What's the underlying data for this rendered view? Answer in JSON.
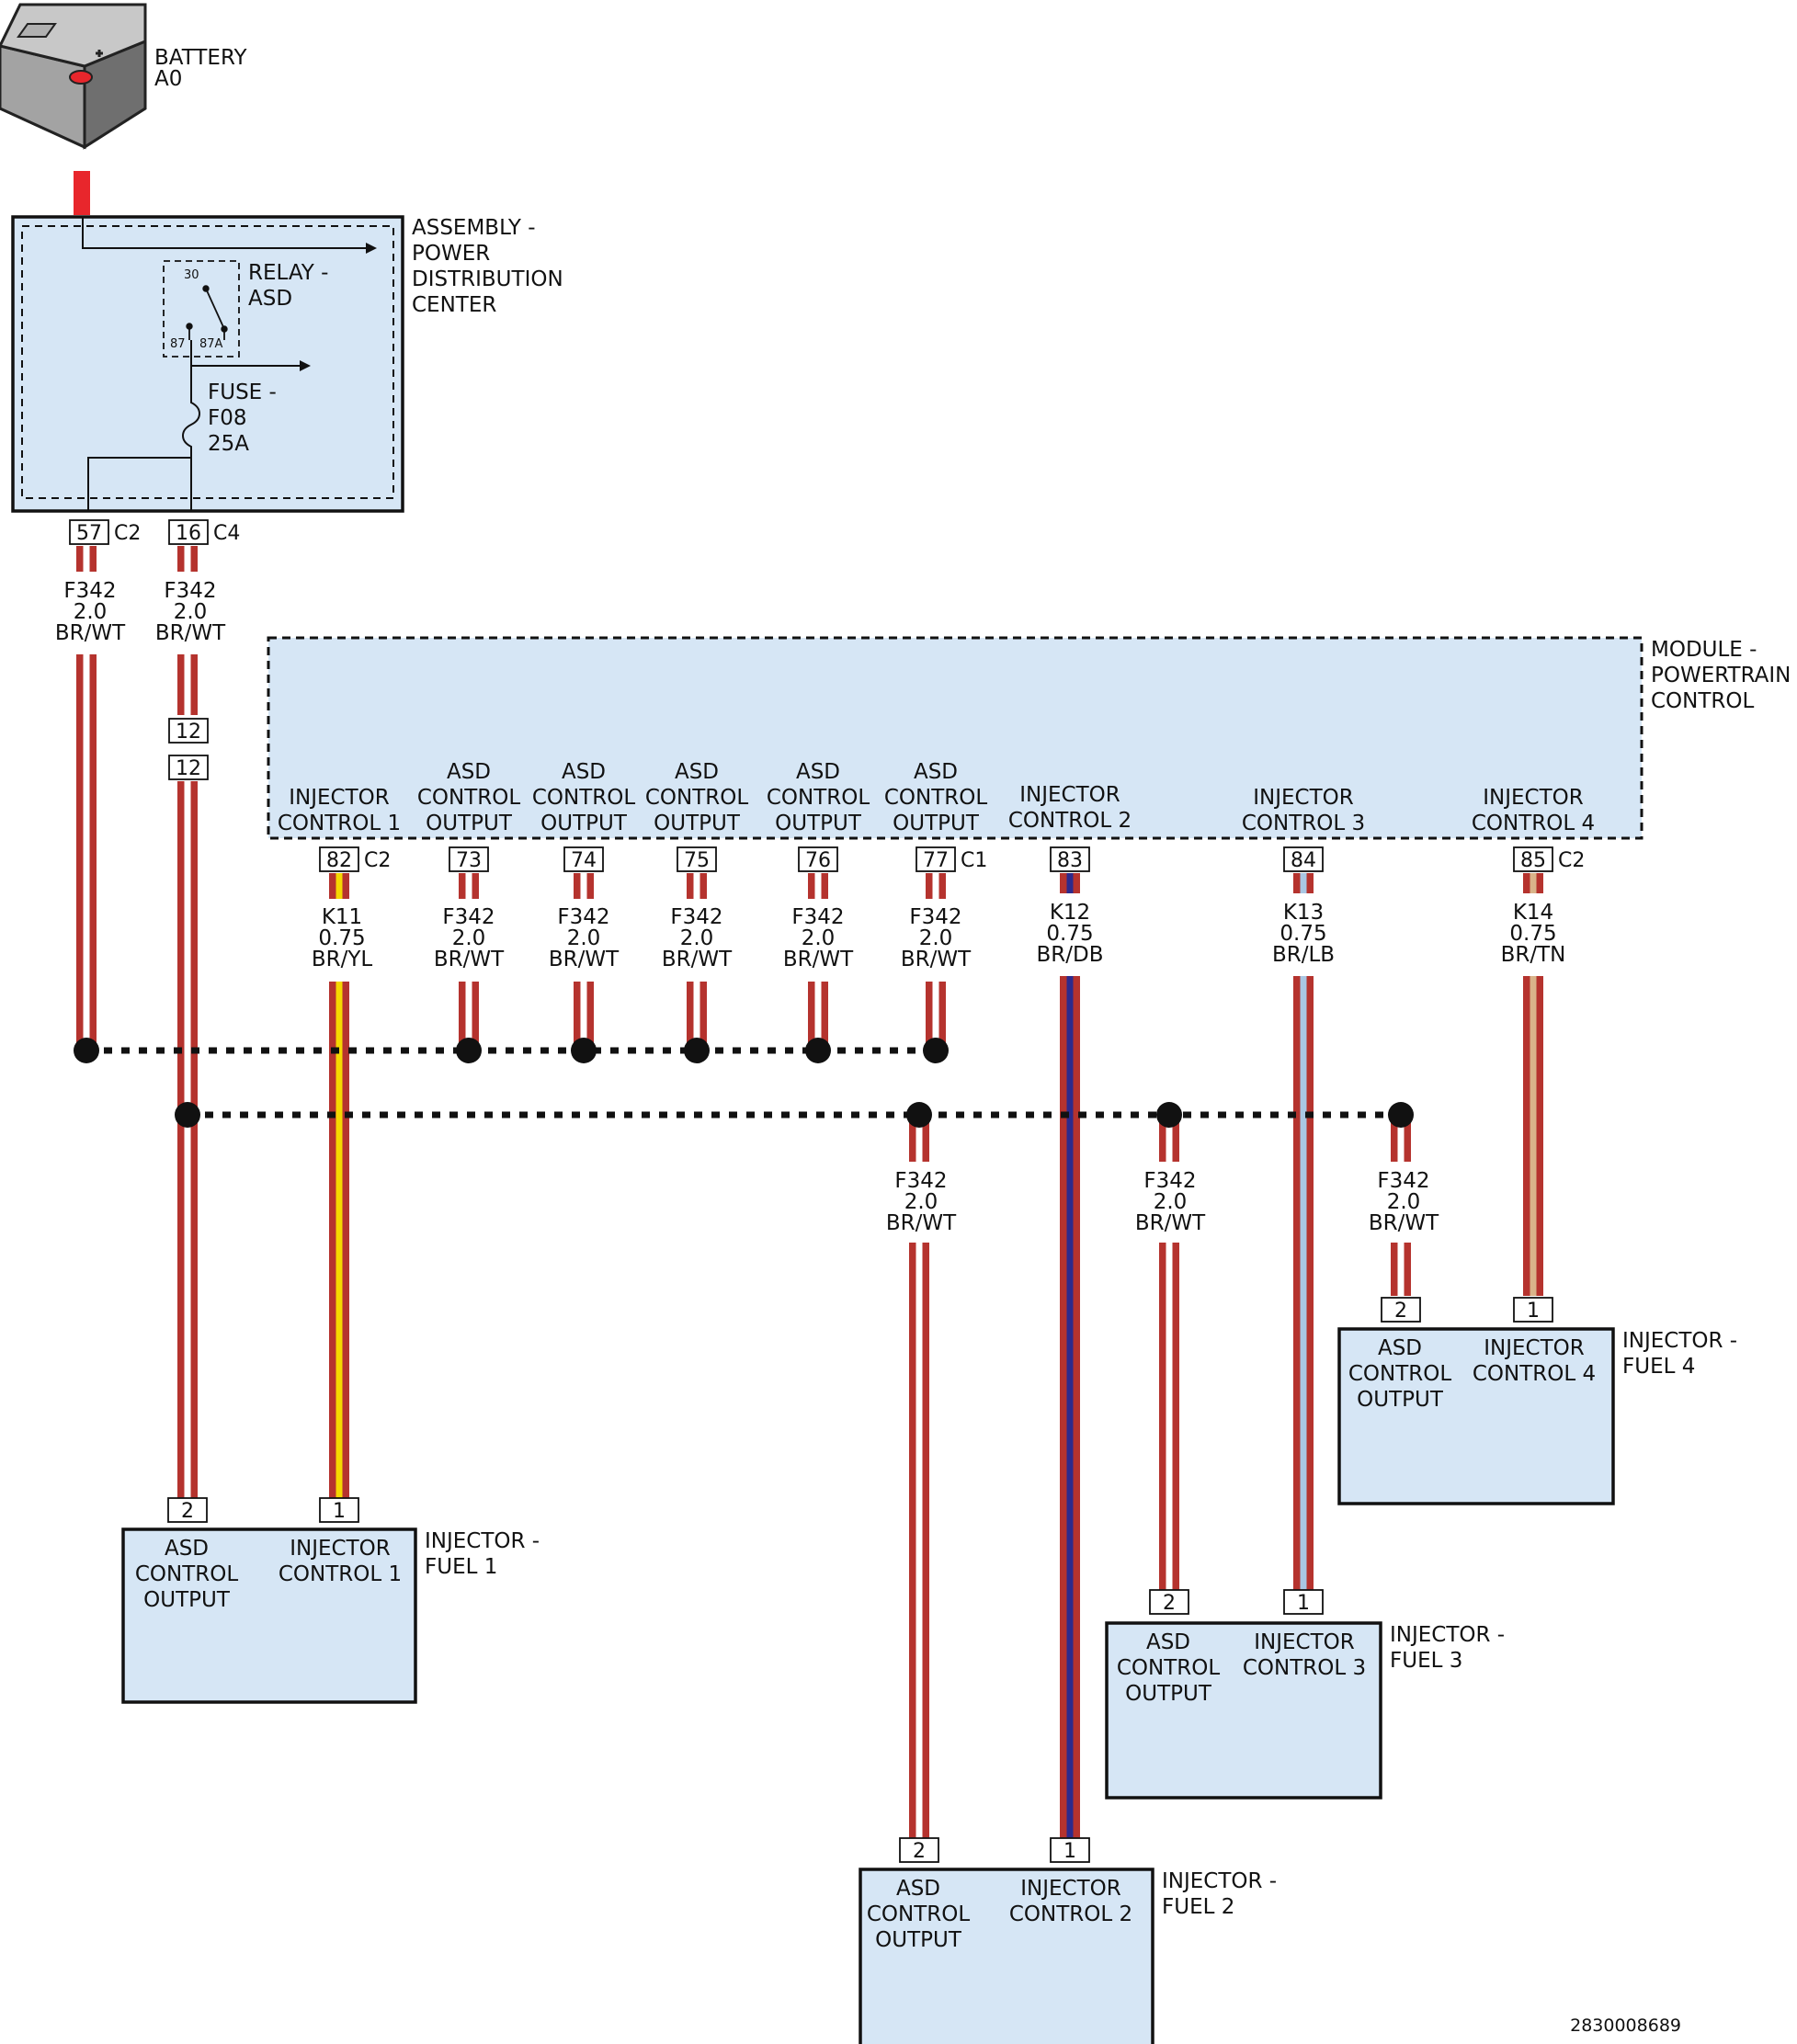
{
  "battery": {
    "title": "BATTERY",
    "code": "A0"
  },
  "pdc": {
    "title": [
      "ASSEMBLY -",
      "POWER",
      "DISTRIBUTION",
      "CENTER"
    ],
    "relay": {
      "title": [
        "RELAY -",
        "ASD"
      ],
      "pin_30": "30",
      "pin_87": "87",
      "pin_87a": "87A"
    },
    "fuse": {
      "title": [
        "FUSE -",
        "F08",
        "25A"
      ]
    },
    "connectors": [
      {
        "pin": "57",
        "conn": "C2"
      },
      {
        "pin": "16",
        "conn": "C4"
      }
    ]
  },
  "pcm": {
    "title": [
      "MODULE -",
      "POWERTRAIN",
      "CONTROL"
    ],
    "pins": [
      {
        "pin": "82",
        "conn": "C2",
        "label": [
          "INJECTOR",
          "CONTROL 1"
        ]
      },
      {
        "pin": "73",
        "conn": "",
        "label": [
          "ASD",
          "CONTROL",
          "OUTPUT"
        ]
      },
      {
        "pin": "74",
        "conn": "",
        "label": [
          "ASD",
          "CONTROL",
          "OUTPUT"
        ]
      },
      {
        "pin": "75",
        "conn": "",
        "label": [
          "ASD",
          "CONTROL",
          "OUTPUT"
        ]
      },
      {
        "pin": "76",
        "conn": "",
        "label": [
          "ASD",
          "CONTROL",
          "OUTPUT"
        ]
      },
      {
        "pin": "77",
        "conn": "C1",
        "label": [
          "ASD",
          "CONTROL",
          "OUTPUT"
        ]
      },
      {
        "pin": "83",
        "conn": "",
        "label": [
          "INJECTOR",
          "CONTROL 2"
        ]
      },
      {
        "pin": "84",
        "conn": "",
        "label": [
          "INJECTOR",
          "CONTROL 3"
        ]
      },
      {
        "pin": "85",
        "conn": "C2",
        "label": [
          "INJECTOR",
          "CONTROL 4"
        ]
      }
    ]
  },
  "inline_connector": {
    "top": "12",
    "bottom": "12"
  },
  "wires": {
    "pdc57": [
      "F342",
      "2.0",
      "BR/WT"
    ],
    "pdc16": [
      "F342",
      "2.0",
      "BR/WT"
    ],
    "pcm82": [
      "K11",
      "0.75",
      "BR/YL"
    ],
    "pcm73": [
      "F342",
      "2.0",
      "BR/WT"
    ],
    "pcm74": [
      "F342",
      "2.0",
      "BR/WT"
    ],
    "pcm75": [
      "F342",
      "2.0",
      "BR/WT"
    ],
    "pcm76": [
      "F342",
      "2.0",
      "BR/WT"
    ],
    "pcm77": [
      "F342",
      "2.0",
      "BR/WT"
    ],
    "pcm83": [
      "K12",
      "0.75",
      "BR/DB"
    ],
    "pcm84": [
      "K13",
      "0.75",
      "BR/LB"
    ],
    "pcm85": [
      "K14",
      "0.75",
      "BR/TN"
    ],
    "inj2": [
      "F342",
      "2.0",
      "BR/WT"
    ],
    "inj3": [
      "F342",
      "2.0",
      "BR/WT"
    ],
    "inj4": [
      "F342",
      "2.0",
      "BR/WT"
    ]
  },
  "injectors": [
    {
      "title": [
        "INJECTOR -",
        "FUEL 1"
      ],
      "left": [
        "ASD",
        "CONTROL",
        "OUTPUT"
      ],
      "right": [
        "INJECTOR",
        "CONTROL 1"
      ],
      "pin_left": "2",
      "pin_right": "1"
    },
    {
      "title": [
        "INJECTOR -",
        "FUEL 2"
      ],
      "left": [
        "ASD",
        "CONTROL",
        "OUTPUT"
      ],
      "right": [
        "INJECTOR",
        "CONTROL 2"
      ],
      "pin_left": "2",
      "pin_right": "1"
    },
    {
      "title": [
        "INJECTOR -",
        "FUEL 3"
      ],
      "left": [
        "ASD",
        "CONTROL",
        "OUTPUT"
      ],
      "right": [
        "INJECTOR",
        "CONTROL 3"
      ],
      "pin_left": "2",
      "pin_right": "1"
    },
    {
      "title": [
        "INJECTOR -",
        "FUEL 4"
      ],
      "left": [
        "ASD",
        "CONTROL",
        "OUTPUT"
      ],
      "right": [
        "INJECTOR",
        "CONTROL 4"
      ],
      "pin_left": "2",
      "pin_right": "1"
    }
  ],
  "doc_id": "2830008689",
  "colors": {
    "brown_red": "#b5332e",
    "white": "#ffffff",
    "yellow": "#f5d800",
    "dark_blue": "#2d2a8c",
    "light_blue": "#a9c7e3",
    "tan": "#d9b48a",
    "box_fill": "#d6e6f5",
    "battery_lead": "#e8262c"
  }
}
